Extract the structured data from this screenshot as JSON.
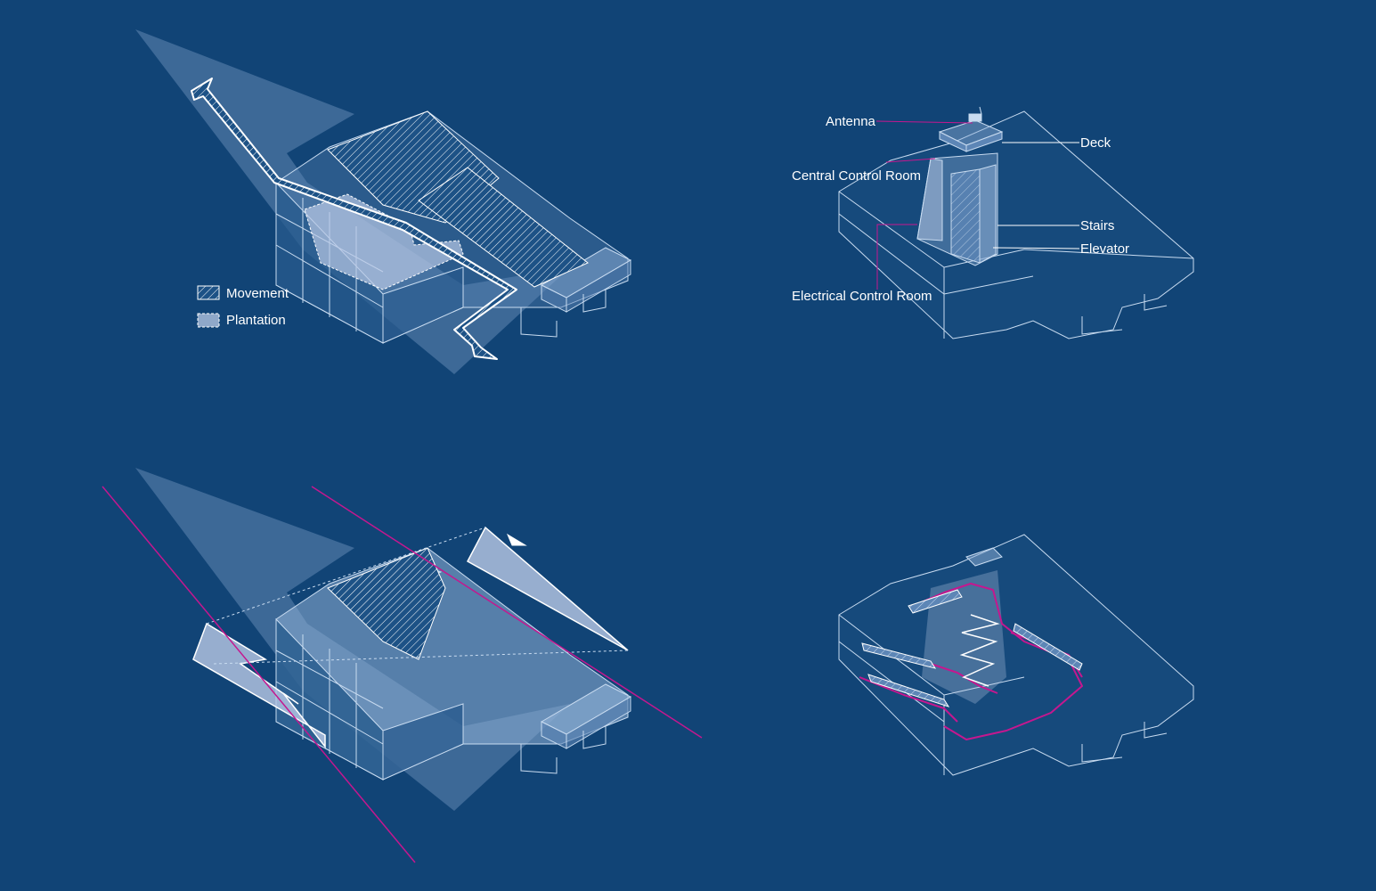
{
  "legend": {
    "movement": "Movement",
    "plantation": "Plantation"
  },
  "labels": {
    "antenna": "Antenna",
    "deck": "Deck",
    "central_control_room": "Central Control Room",
    "stairs": "Stairs",
    "elevator": "Elevator",
    "electrical_control_room": "Electrical Control Room"
  },
  "colors": {
    "background": "#114476",
    "line": "#ffffff",
    "accent": "#c5178f",
    "translucent_fill": "#8fb0d6"
  }
}
